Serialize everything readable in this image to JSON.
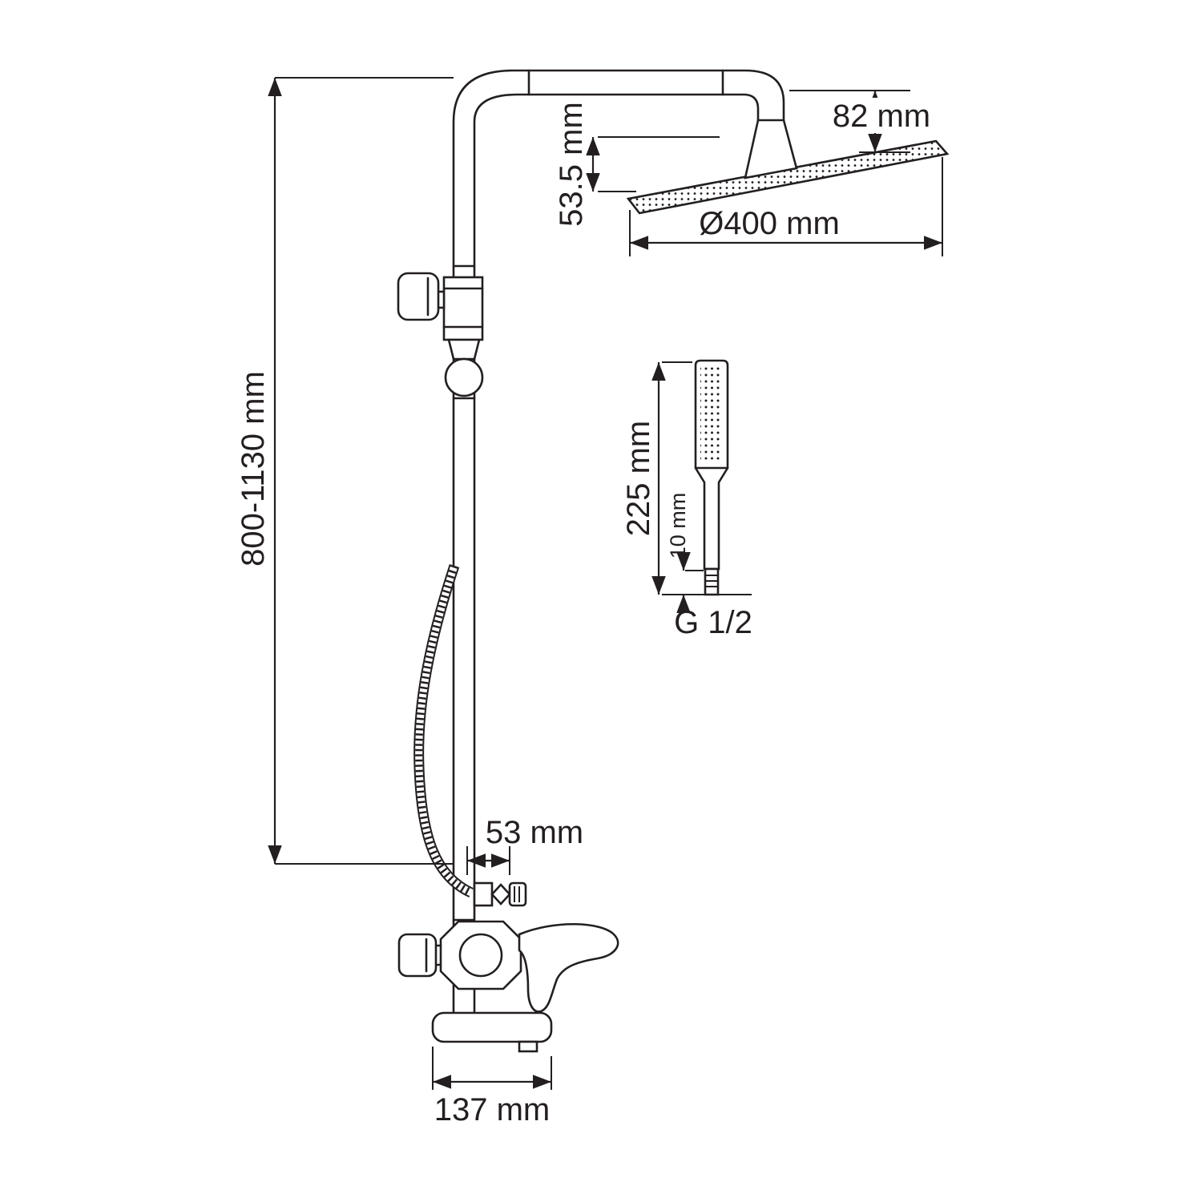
{
  "drawing": {
    "title": "Shower column technical drawing",
    "background_color": "#ffffff",
    "line_color": "#231f20"
  },
  "labels": {
    "height_range": "800-1130 mm",
    "head_drop": "82 mm",
    "head_offset": "53.5 mm",
    "head_diameter": "Ø400 mm",
    "hand_shower_length": "225 mm",
    "connector_length": "10 mm",
    "thread": "G 1/2",
    "valve_offset": "53 mm",
    "spout_length": "137 mm"
  }
}
